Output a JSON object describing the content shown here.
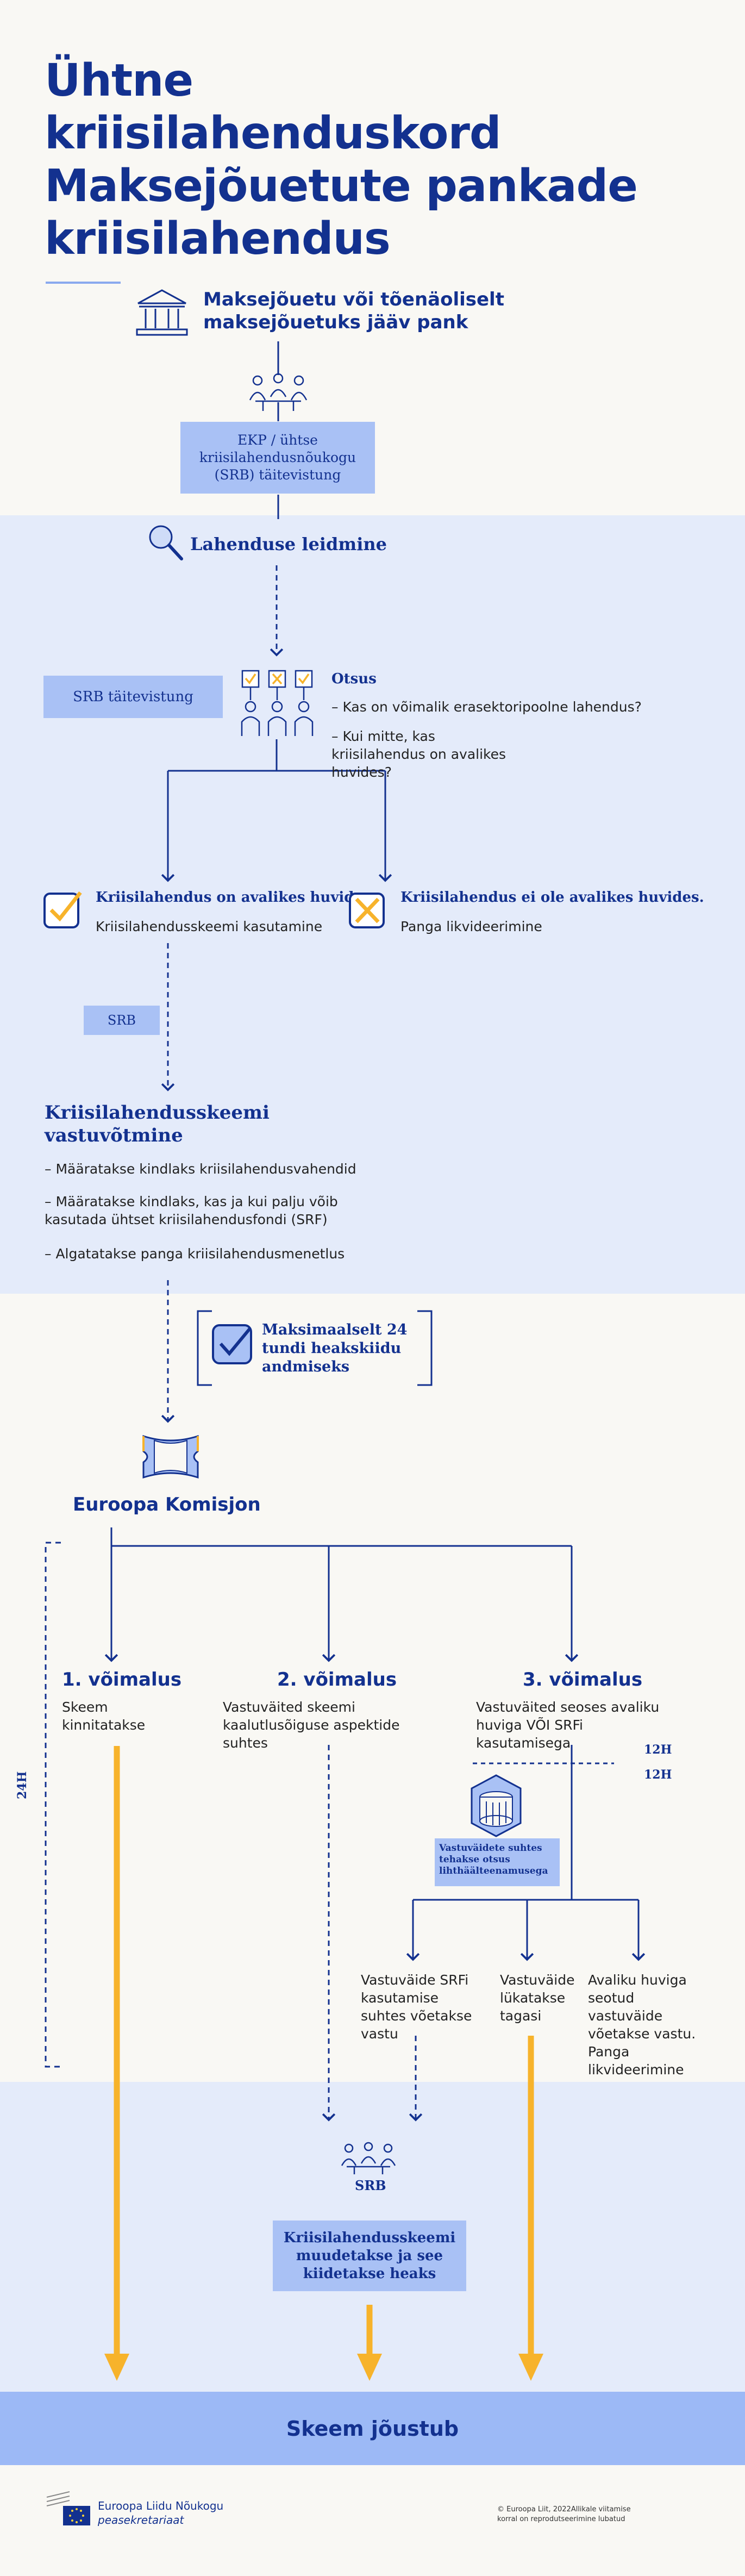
{
  "title": "Ühtne kriisilahenduskord Maksejõuetute pankade kriisilahendus",
  "step1": {
    "bank_text": "Maksejõuetu või tõenäoliselt maksejõuetuks jääv pank"
  },
  "ecb_box": "EKP / ühtse kriisilahendusnõukogu (SRB) täitevistung",
  "finding": {
    "heading": "Lahenduse leidmine"
  },
  "decision": {
    "srb_box": "SRB täitevistung",
    "heading": "Otsus",
    "q1": "– Kas on võimalik erasektoripoolne lahendus?",
    "q2": "– Kui mitte, kas kriisilahendus on avalikes huvides?"
  },
  "branch_yes": {
    "heading": "Kriisilahendus on avalikes huvides.",
    "text": "Kriisilahendusskeemi kasutamine"
  },
  "branch_no": {
    "heading": "Kriisilahendus ei ole avalikes huvides.",
    "text": "Panga likvideerimine"
  },
  "srb_label": "SRB",
  "adoption": {
    "heading": "Kriisilahendusskeemi vastuvõtmine",
    "b1": "– Määratakse kindlaks kriisilahendusvahendid",
    "b2": "– Määratakse kindlaks, kas ja kui palju võib kasutada ühtset kriisilahendusfondi (SRF)",
    "b3": "– Algatatakse panga kriisilahendusmenetlus"
  },
  "max24": "Maksimaalselt 24 tundi heakskiidu andmiseks",
  "commission": "Euroopa Komisjon",
  "side_24h": "24H",
  "options": [
    {
      "title": "1. võimalus",
      "text": "Skeem kinnitatakse"
    },
    {
      "title": "2. võimalus",
      "text": "Vastuväited skeemi kaalutlusõiguse aspektide suhtes"
    },
    {
      "title": "3. võimalus",
      "text": "Vastuväited seoses avaliku huviga VÕI SRFi kasutamisega"
    }
  ],
  "h12_a": "12H",
  "h12_b": "12H",
  "council_box": "Vastuväidete suhtes tehakse otsus lihthäälteenamusega",
  "sub": {
    "a": "Vastuväide SRFi kasutamise suhtes võetakse vastu",
    "b": "Vastuväide lükatakse tagasi",
    "c": "Avaliku huviga seotud vastuväide võetakse vastu. Panga likvideerimine"
  },
  "srb_label2": "SRB",
  "modified_box": "Kriisilahendusskeemi muudetakse ja see kiidetakse heaks",
  "enters_force": "Skeem jõustub",
  "logo": {
    "line1": "Euroopa Liidu Nõukogu",
    "line2": "peasekretariaat"
  },
  "copyright": "© Euroopa Liit, 2022Allikale viitamise korral on reprodutseerimine lubatud",
  "colors": {
    "navy": "#13318f",
    "accent": "#f7b32b",
    "band": "#e4ebfa",
    "box": "#a9c1f5"
  }
}
